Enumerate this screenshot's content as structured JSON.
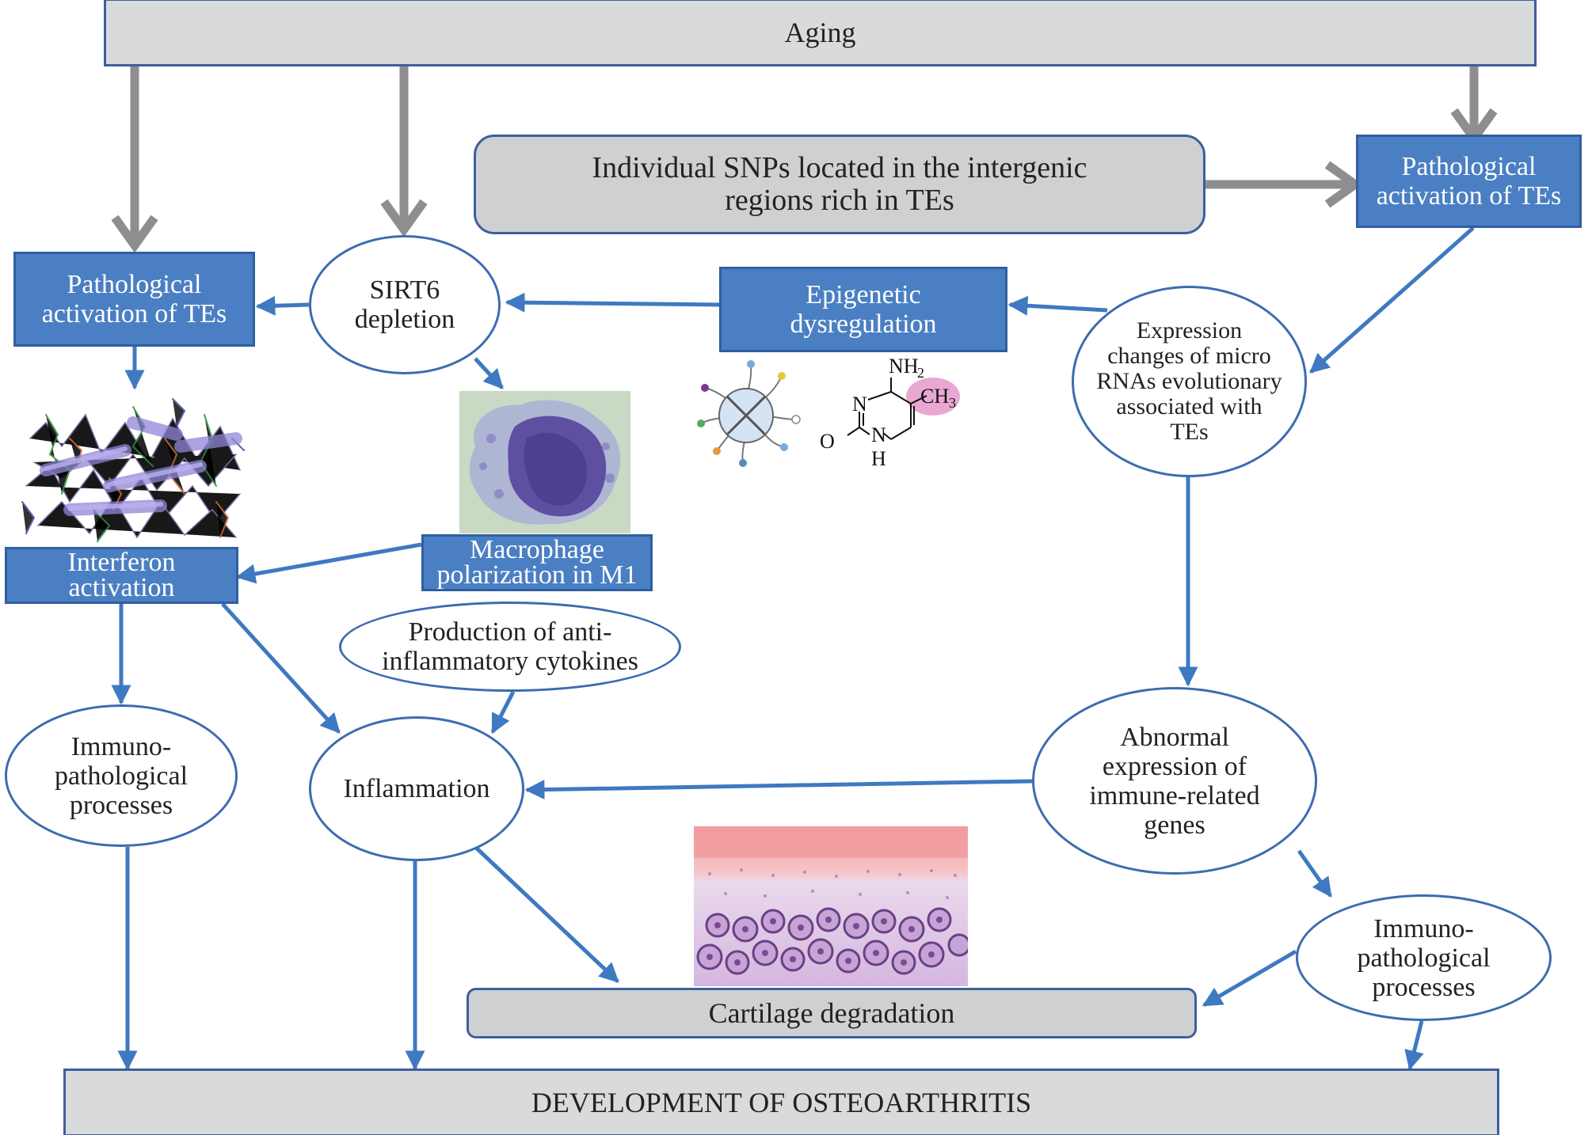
{
  "colors": {
    "arrow_blue": "#3f79c1",
    "arrow_gray": "#8e8e90",
    "box_blue": "#4a7fc3",
    "box_gray": "#d9dadc",
    "border_blue": "#3d5f9c"
  },
  "nodes": {
    "aging": "Aging",
    "snps": "Individual SNPs located in the intergenic\nregions rich in TEs",
    "path_act_left": "Pathological\nactivation of TEs",
    "path_act_right": "Pathological\nactivation of TEs",
    "sirt6": "SIRT6\ndepletion",
    "epigenetic": "Epigenetic\ndysregulation",
    "mirna": "Expression\nchanges of micro\nRNAs evolutionary\nassociated with\nTEs",
    "interferon": "Interferon\nactivation",
    "macrophage": "Macrophage\npolarization in M1",
    "cytokines": "Production of anti-\ninflammatory cytokines",
    "immuno_left": "Immuno-\npathological\nprocesses",
    "inflammation": "Inflammation",
    "abnormal": "Abnormal\nexpression of\nimmune-related\ngenes",
    "immuno_right": "Immuno-\npathological\nprocesses",
    "cartilage": "Cartilage degradation",
    "osteoarthritis": "DEVELOPMENT OF OSTEOARTHRITIS"
  },
  "molecule": {
    "nh2": "NH",
    "nh2_sub": "2",
    "ch3": "CH",
    "ch3_sub": "3",
    "n": "N",
    "nh": "N",
    "h": "H",
    "o": "O"
  },
  "images": {
    "protein": "protein-structure-image",
    "macrophage": "macrophage-cell-image",
    "histone": "histone-illustration",
    "cartilage": "cartilage-histology-image"
  }
}
